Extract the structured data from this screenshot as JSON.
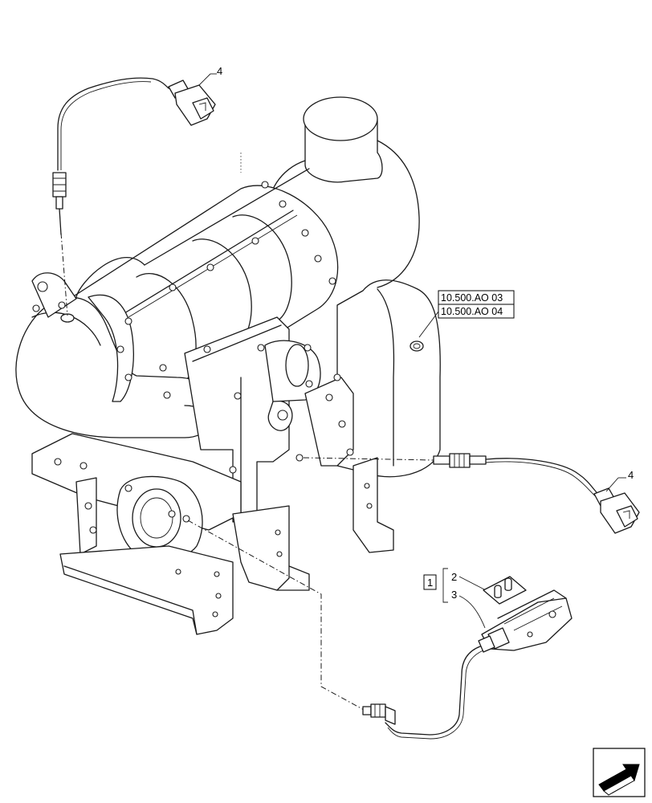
{
  "callouts": {
    "item_4_top": "4",
    "item_4_right": "4",
    "item_1": "1",
    "item_2": "2",
    "item_3": "3"
  },
  "references": [
    "10.500.AO 03",
    "10.500.AO 04"
  ],
  "nav_icon": "next-page-arrow-icon"
}
